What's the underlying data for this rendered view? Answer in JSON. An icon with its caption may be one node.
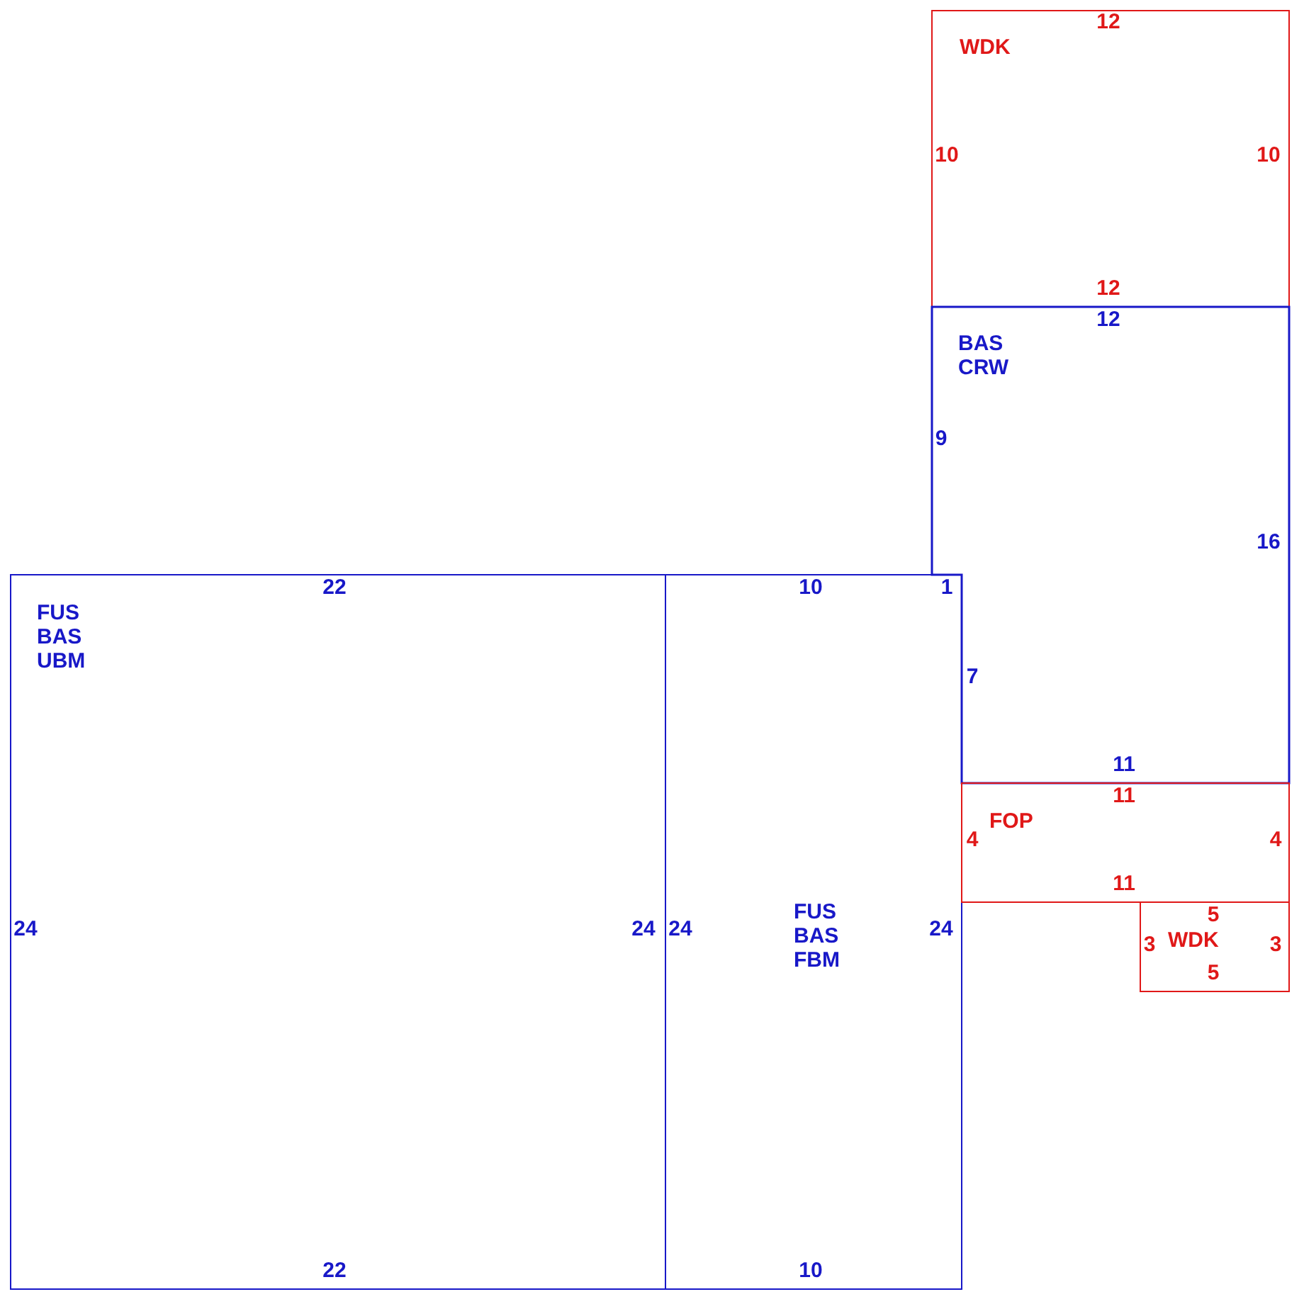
{
  "diagram": {
    "nodes": [
      {
        "text": [
          "WDK"
        ]
      },
      {
        "text": [
          "BAS CRW"
        ]
      },
      {
        "text": [
          "FUS BAS UBM"
        ]
      },
      {
        "text": [
          "FUS BAS FBM"
        ]
      },
      {
        "text": [
          "FOP"
        ]
      },
      {
        "text": [
          "WDK"
        ]
      }
    ],
    "labels": [
      "12",
      "10",
      "10",
      "12",
      "12",
      "9",
      "16",
      "22",
      "10",
      "1",
      "7",
      "11",
      "11",
      "4",
      "4",
      "11",
      "5",
      "24",
      "24",
      "24",
      "24",
      "3",
      "3",
      "5",
      "22",
      "10"
    ]
  }
}
